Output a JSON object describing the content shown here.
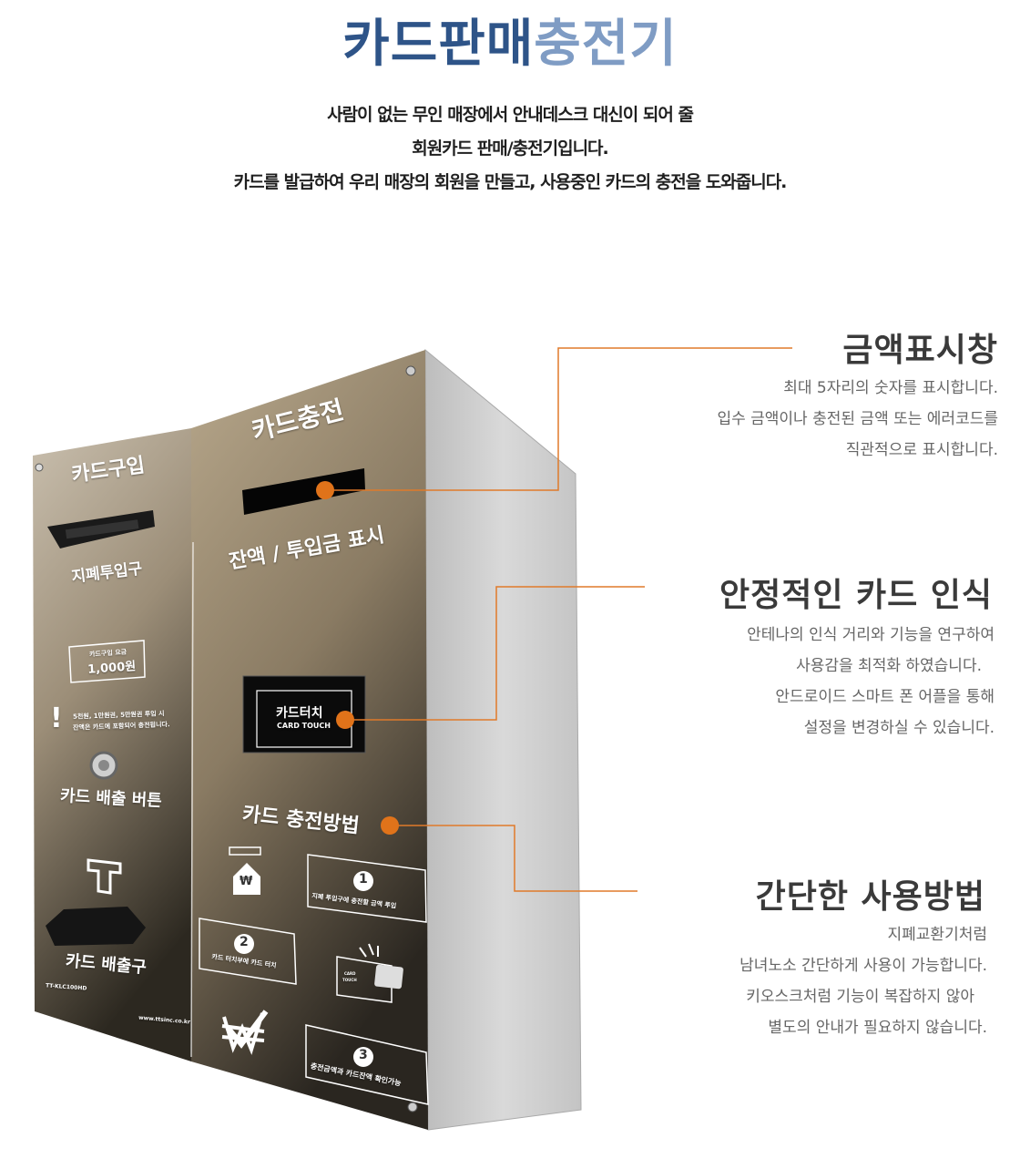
{
  "header": {
    "title_part1": "카드판매",
    "title_part2": "충전기",
    "intro_lines": [
      "사람이 없는 무인 매장에서 안내데스크 대신이 되어 줄",
      "회원카드 판매/충전기입니다.",
      "카드를 발급하여 우리 매장의 회원을 만들고, 사용중인 카드의 충전을 도와줍니다."
    ]
  },
  "features": [
    {
      "title": "금액표시창",
      "lines": [
        "최대 5자리의 숫자를 표시합니다.",
        "입수 금액이나 충전된 금액 또는 에러코드를",
        "직관적으로 표시합니다."
      ]
    },
    {
      "title": "안정적인 카드 인식",
      "lines": [
        "안테나의 인식 거리와 기능을 연구하여",
        "사용감을 최적화 하였습니다.",
        "안드로이드 스마트 폰 어플을 통해",
        "설정을 변경하실 수 있습니다."
      ]
    },
    {
      "title": "간단한 사용방법",
      "lines": [
        "지폐교환기처럼",
        "남녀노소 간단하게 사용이 가능합니다.",
        "키오스크처럼 기능이 복잡하지 않아",
        "별도의 안내가 필요하지 않습니다."
      ]
    }
  ],
  "machine": {
    "left_title": "카드구입",
    "bill_slot_label": "지폐투입구",
    "price_caption": "카드구입 요금",
    "price_value": "1,000원",
    "notice_line1": "5천원, 1만원권, 5만원권 투입 시",
    "notice_line2": "잔액은 카드에 포함되어 충전됩니다.",
    "eject_button_label": "카드 배출 버튼",
    "card_outlet_label": "카드 배출구",
    "model": "TT-KLC100HD",
    "website": "www.ttsinc.co.kr",
    "right_title": "카드충전",
    "display_label": "잔액 / 투입금 표시",
    "touch_label_ko": "카드터치",
    "touch_label_en": "CARD TOUCH",
    "howto_title": "카드 충전방법",
    "step1_num": "1",
    "step1_text": "지폐 투입구에 충전할 금액 투입",
    "step2_num": "2",
    "step2_text": "카드 터치부에 카드 터치",
    "step3_num": "3",
    "step3_text": "충전금액과 카드잔액 확인가능",
    "mini_card_text1": "CARD",
    "mini_card_text2": "TOUCH",
    "won_symbol": "₩",
    "t_symbol": "T",
    "notice_symbol": "!"
  },
  "colors": {
    "title_dark": "#2e5488",
    "title_light": "#7f9cc4",
    "accent": "#e0731a"
  }
}
